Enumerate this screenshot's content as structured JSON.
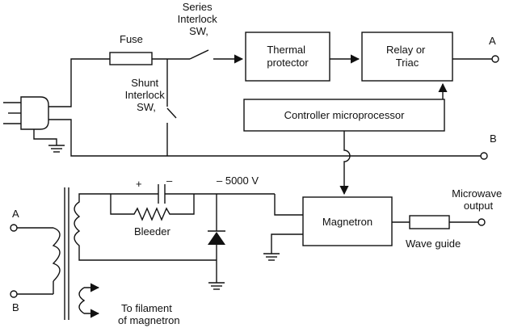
{
  "labels": {
    "series_interlock": [
      "Series",
      "Interlock",
      "SW,"
    ],
    "fuse": "Fuse",
    "shunt_interlock": [
      "Shunt",
      "Interlock",
      "SW,"
    ],
    "thermal_protector": [
      "Thermal",
      "protector"
    ],
    "relay_or_triac": [
      "Relay or",
      "Triac"
    ],
    "controller": "Controller microprocessor",
    "terminal_a_top": "A",
    "terminal_b_top": "B",
    "terminal_a_bottom": "A",
    "terminal_b_bottom": "B",
    "voltage": "– 5000 V",
    "plus": "+",
    "minus": "–",
    "bleeder": "Bleeder",
    "magnetron": "Magnetron",
    "microwave_output": [
      "Microwave",
      "output"
    ],
    "wave_guide": "Wave guide",
    "filament": [
      "To filament",
      "of magnetron"
    ]
  }
}
